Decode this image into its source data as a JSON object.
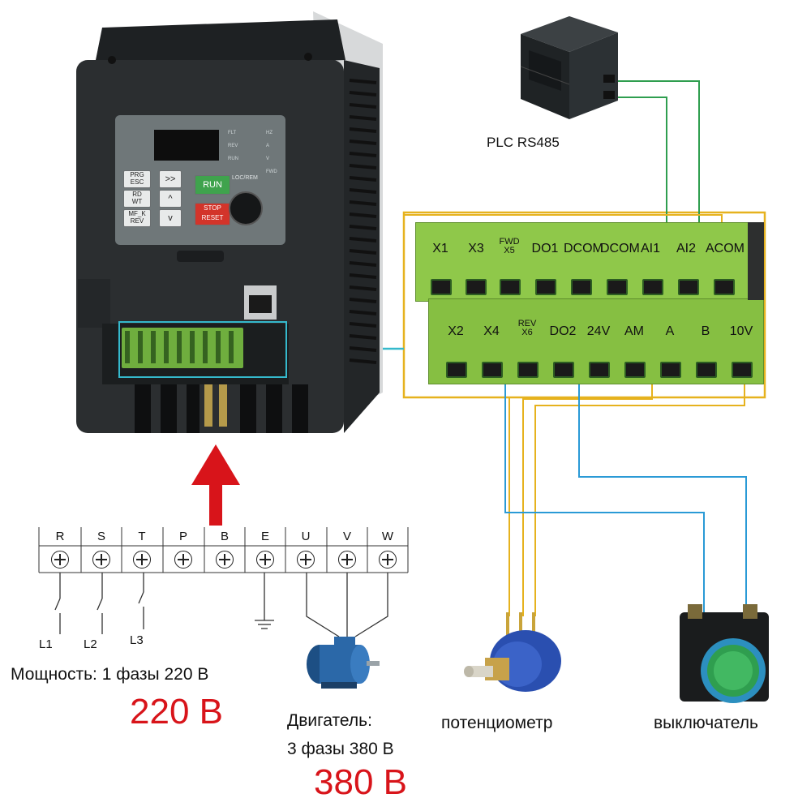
{
  "plc": {
    "label": "PLC RS485"
  },
  "inverter": {
    "display_leds": [
      "FLT",
      "REV",
      "RUN",
      "HZ",
      "A",
      "V",
      "FWD"
    ],
    "keys": {
      "prg": "PRG\nESC",
      "rd": "RD\nWT",
      "mfk": "MF_K\nREV",
      "shift": ">>",
      "up": "^",
      "down": "v",
      "run": "RUN",
      "stop": "STOP\nRESET",
      "locrem": "LOC/REM"
    }
  },
  "terminal_block": {
    "top_row": [
      "X1",
      "X3",
      "FWD\nX5",
      "DO1",
      "DCOM",
      "DCOM",
      "AI1",
      "AI2",
      "ACOM"
    ],
    "bottom_row": [
      "X2",
      "X4",
      "REV\nX6",
      "DO2",
      "24V",
      "AM",
      "A",
      "B",
      "10V"
    ]
  },
  "power_bus": {
    "terminals": [
      "R",
      "S",
      "T",
      "P",
      "B",
      "E",
      "U",
      "V",
      "W"
    ],
    "lines": [
      "L1",
      "L2",
      "L3"
    ]
  },
  "texts": {
    "power_caption": "Мощность: 1 фазы 220 В",
    "power_voltage": "220 В",
    "motor_caption_1": "Двигатель:",
    "motor_caption_2": "3 фазы 380 В",
    "motor_voltage": "380 В",
    "potentiometer": "потенциометр",
    "switch": "выключатель"
  },
  "colors": {
    "inverter_body": "#2b2e30",
    "terminal_green": "#8fc84a",
    "highlight_cyan": "#35b9cc",
    "wire_blue": "#2a9ad6",
    "wire_yellow": "#e6b21e",
    "wire_green": "#2f9e4f",
    "arrow_red": "#d8141a",
    "voltage_red": "#d8141a"
  }
}
